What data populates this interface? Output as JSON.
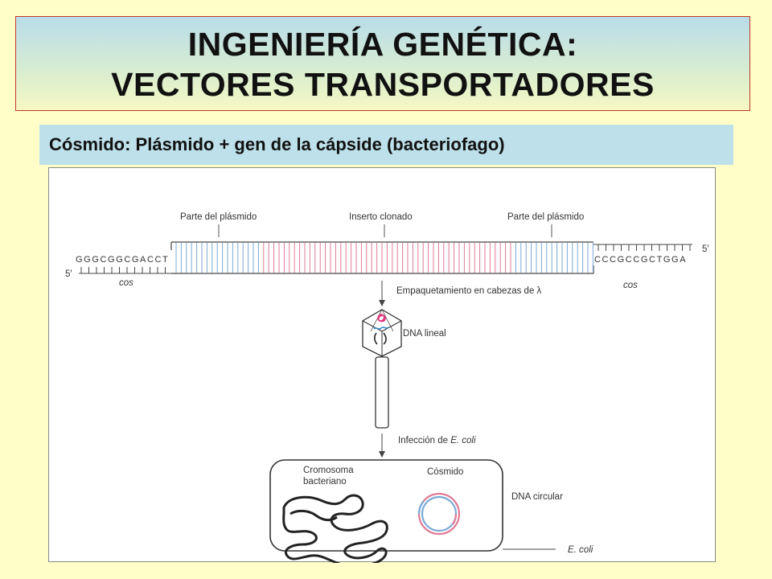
{
  "slide": {
    "title_line1": "INGENIERÍA GENÉTICA:",
    "title_line2": "VECTORES TRANSPORTADORES",
    "subtitle": "Cósmido: Plásmido + gen de la cápside (bacteriofago)"
  },
  "figure": {
    "label_plasmid_left": "Parte del plásmido",
    "label_insert": "Inserto clonado",
    "label_plasmid_right": "Parte del plásmido",
    "seq_left": "GGGCGGCGACCT",
    "seq_right": "CCCGCCGCTGGA",
    "prime_left": "5′",
    "prime_right": "5′",
    "cos_left": "cos",
    "cos_right": "cos",
    "step_packaging": "Empaquetamiento en cabezas de λ",
    "label_dna_lineal": "DNA lineal",
    "step_infection_prefix": "Infección de ",
    "step_infection_species": "E. coli",
    "label_chromosome_line1": "Cromosoma",
    "label_chromosome_line2": "bacteriano",
    "label_cosmid": "Cósmido",
    "label_dna_circular": "DNA circular",
    "label_ecoli": "E. coli"
  },
  "colors": {
    "plasmid_blue": "#7aaad6",
    "insert_pink": "#e07a95",
    "dna_magenta": "#e0307a",
    "dna_blue": "#3a8ed0"
  }
}
